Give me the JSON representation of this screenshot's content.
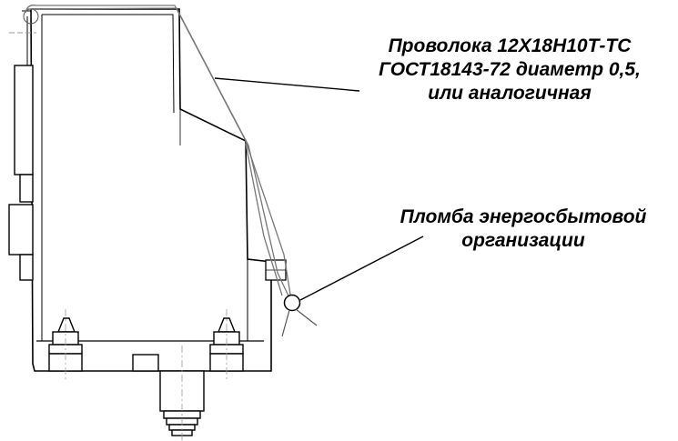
{
  "annotations": {
    "wire": {
      "line1": "Проволока 12Х18Н10Т-ТС",
      "line2": "ГОСТ18143-72 диаметр 0,5,",
      "line3": "или аналогичная"
    },
    "seal": {
      "line1": "Пломба энергосбытовой",
      "line2": "организации"
    }
  },
  "colors": {
    "outline": "#000000",
    "wire": "#777777",
    "centerline": "#999999",
    "background": "#ffffff"
  }
}
